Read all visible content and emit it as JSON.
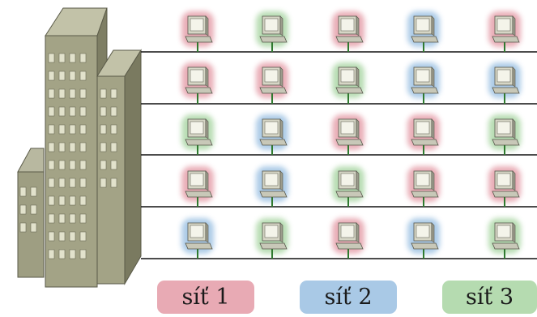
{
  "colors": {
    "network_1": "#e8aab4",
    "network_2": "#a9c9e6",
    "network_3": "#b5dbb0"
  },
  "icons": {
    "building": "office-building-icon",
    "computer": "desktop-computer-icon"
  },
  "grid": {
    "rows": [
      [
        1,
        3,
        1,
        2,
        1
      ],
      [
        1,
        1,
        3,
        2,
        2
      ],
      [
        3,
        2,
        1,
        1,
        3
      ],
      [
        1,
        2,
        3,
        1,
        1
      ],
      [
        2,
        3,
        1,
        2,
        3
      ]
    ]
  },
  "legend": [
    {
      "label": "síť 1",
      "network": 1
    },
    {
      "label": "síť 2",
      "network": 2
    },
    {
      "label": "síť 3",
      "network": 3
    }
  ]
}
